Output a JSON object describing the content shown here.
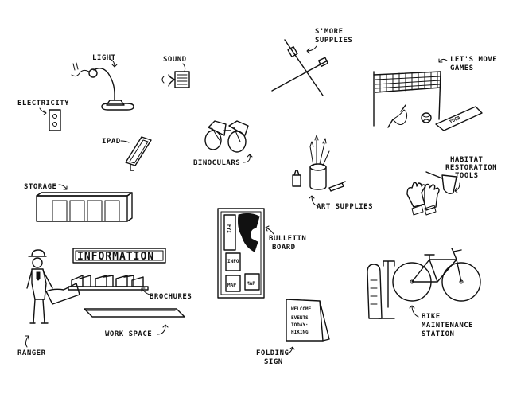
{
  "labels": {
    "light": "LIGHT",
    "sound": "SOUND",
    "electricity": "ELECTRICITY",
    "ipad": "IPAD",
    "binoculars": "BINOCULARS",
    "smore_1": "S'MORE",
    "smore_2": "SUPPLIES",
    "lets_move_1": "LET'S MOVE",
    "lets_move_2": "GAMES",
    "art_supplies": "ART SUPPLIES",
    "habitat_1": "HABITAT",
    "habitat_2": "RESTORATION",
    "habitat_3": "TOOLS",
    "storage": "STORAGE",
    "bulletin_1": "BULLETIN",
    "bulletin_2": "BOARD",
    "brochures": "BROCHURES",
    "work_space": "WORK SPACE",
    "ranger": "RANGER",
    "folding_1": "FOLDING",
    "folding_2": "SIGN",
    "bike_1": "BIKE",
    "bike_2": "MAINTENANCE",
    "bike_3": "STATION"
  },
  "information_banner": "INFORMATION",
  "bulletin_notes": {
    "info": "INFO",
    "map_1": "MAP",
    "map_2": "MAP",
    "vertical": "FYI"
  },
  "folding_sign": {
    "line1": "WELCOME",
    "line2": "EVENTS",
    "line3": "TODAY:",
    "line4": "HIKING"
  },
  "yoga_mat_text": "YOGA"
}
